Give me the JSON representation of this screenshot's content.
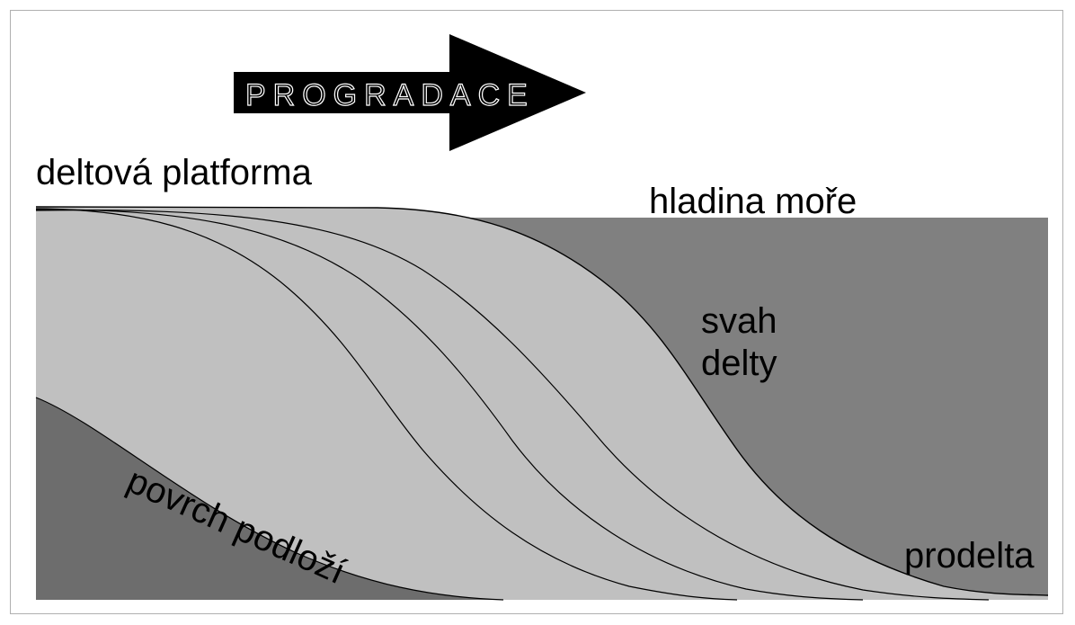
{
  "labels": {
    "arrow": "PROGRADACE",
    "platform": "deltová platforma",
    "sea_level": "hladina moře",
    "slope": "svah delty",
    "base_surface": "povrch podloží",
    "prodelta": "prodelta"
  },
  "colors": {
    "sea": "#808080",
    "base": "#6d6d6d",
    "sediment": "#c0c0c0",
    "lines": "#000000",
    "arrow": "#000000",
    "arrow_text": "#ffffff",
    "frame": "#b0b0b0"
  },
  "clinoform_count": 4
}
